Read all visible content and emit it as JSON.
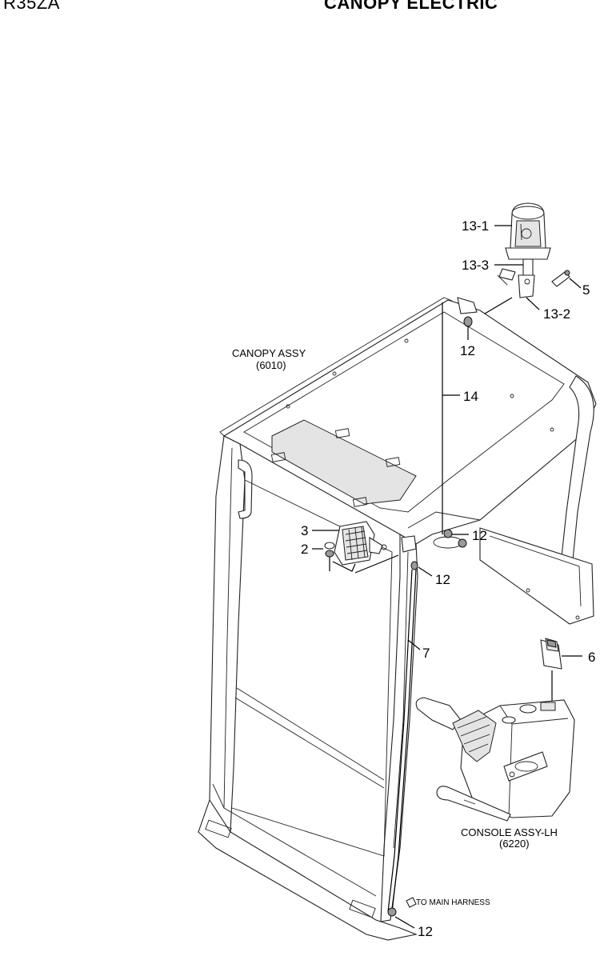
{
  "header": {
    "model": "R35ZA",
    "title": "CANOPY ELECTRIC"
  },
  "parts": {
    "canopy": {
      "label": "CANOPY ASSY",
      "code": "(6010)"
    },
    "console": {
      "label": "CONSOLE ASSY-LH",
      "code": "(6220)"
    },
    "harness_note": "TO MAIN HARNESS"
  },
  "callouts": {
    "beacon_lamp": "13-1",
    "beacon_base": "13-3",
    "beacon_bracket": "13-2",
    "bolt_top": "5",
    "clip_top": "12",
    "wire_14": "14",
    "clip_mid": "12",
    "clip_pillar": "12",
    "work_lamp": "3",
    "lamp_bolt": "2",
    "wire_7": "7",
    "switch": "6",
    "clip_bottom": "12"
  },
  "colors": {
    "line": "#000000",
    "fill": "#e4e4e4",
    "background": "#ffffff"
  }
}
